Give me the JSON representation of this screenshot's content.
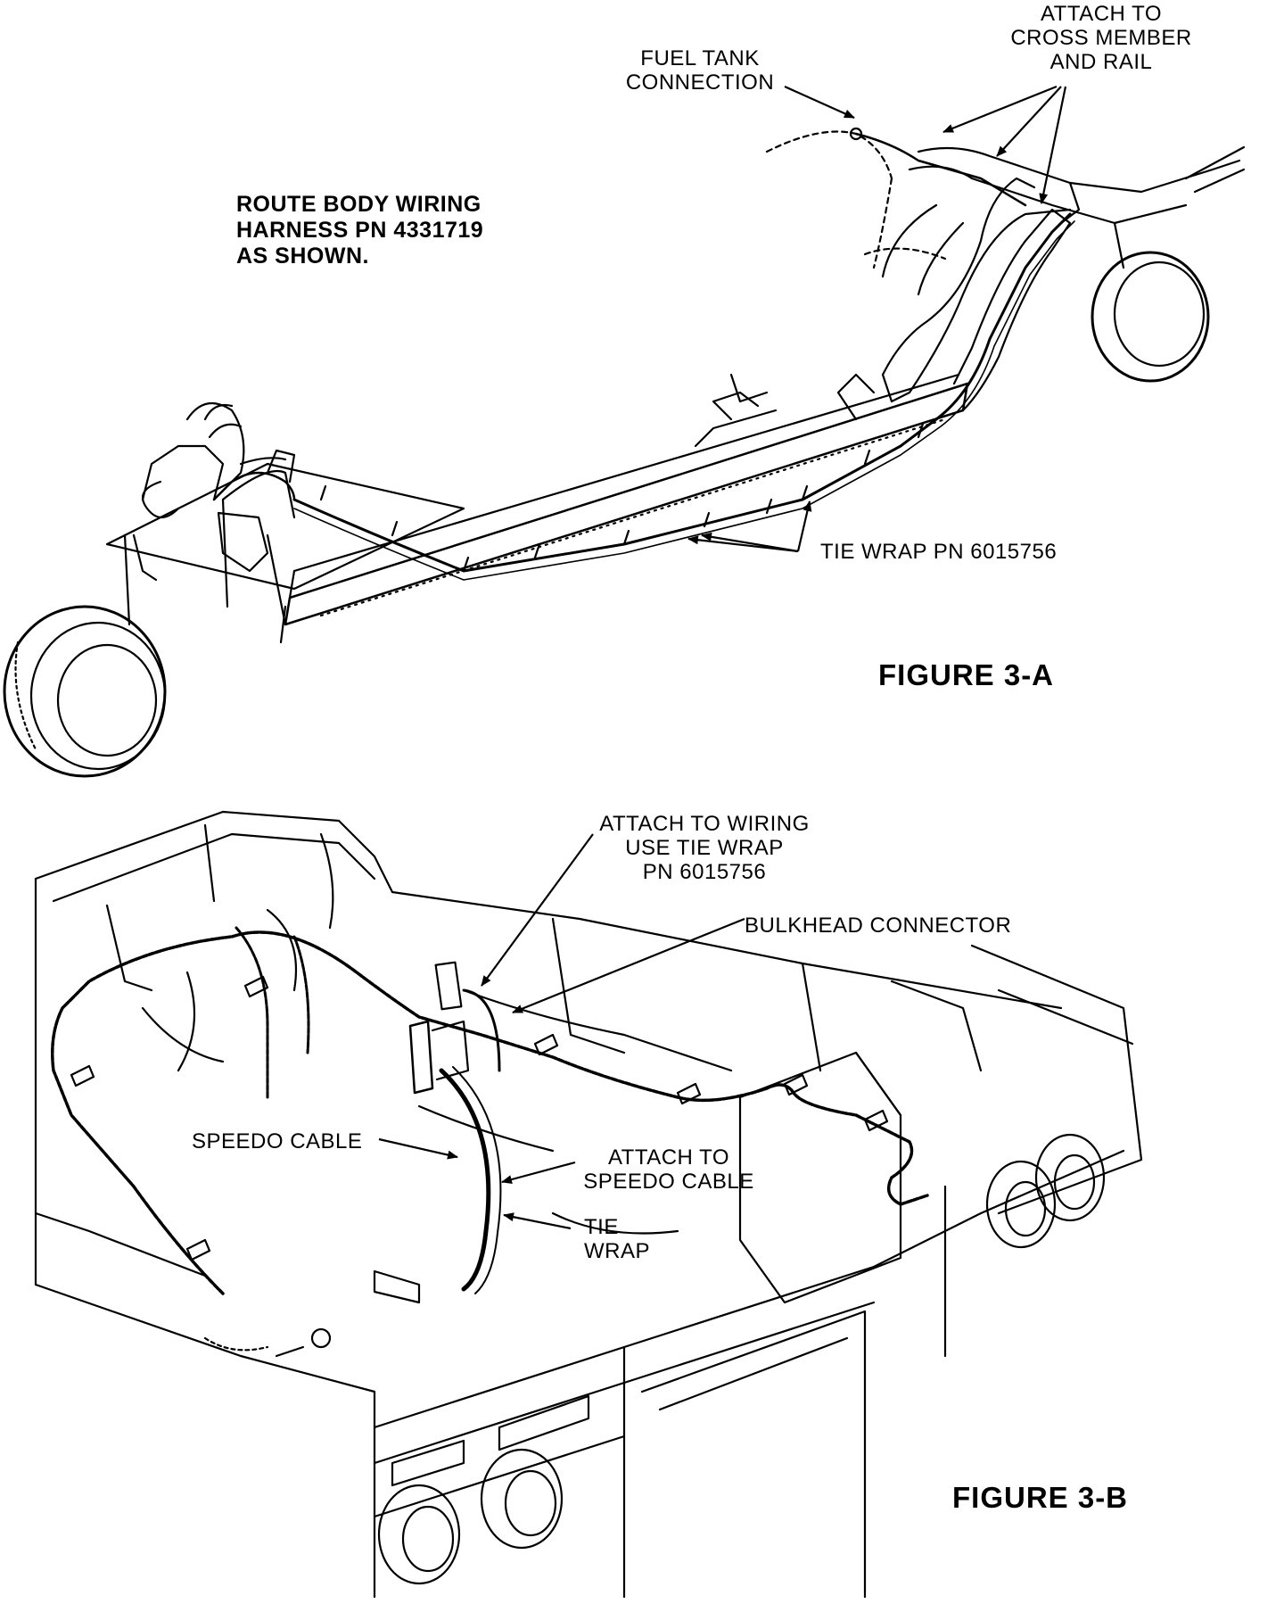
{
  "figure_a": {
    "label_attach_cross_member": [
      "ATTACH TO",
      "CROSS MEMBER",
      "AND RAIL"
    ],
    "label_fuel_tank": [
      "FUEL TANK",
      "CONNECTION"
    ],
    "label_route_harness": [
      "ROUTE BODY WIRING",
      "HARNESS PN 4331719",
      "AS SHOWN."
    ],
    "label_tie_wrap": "TIE WRAP PN 6015756",
    "caption": "FIGURE 3-A"
  },
  "figure_b": {
    "label_attach_wiring": [
      "ATTACH TO WIRING",
      "USE TIE WRAP",
      "PN 6015756"
    ],
    "label_bulkhead": "BULKHEAD CONNECTOR",
    "label_speedo_cable": "SPEEDO CABLE",
    "label_attach_speedo": [
      "ATTACH TO",
      "SPEEDO CABLE"
    ],
    "label_tie_wrap": [
      "TIE",
      "WRAP"
    ],
    "caption": "FIGURE 3-B"
  },
  "colors": {
    "ink": "#000000",
    "paper": "#ffffff"
  }
}
